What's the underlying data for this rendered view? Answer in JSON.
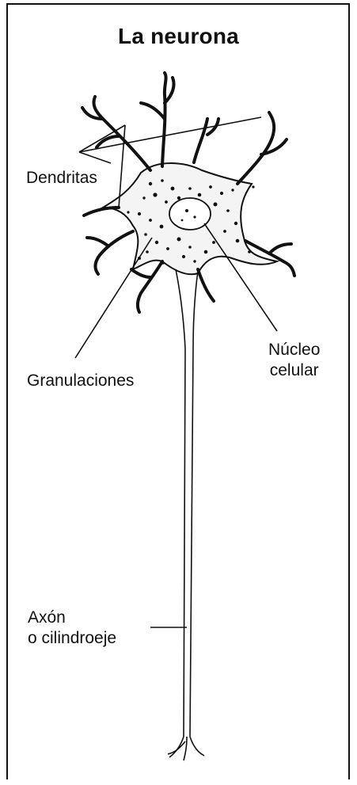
{
  "diagram": {
    "title": "La neurona",
    "labels": {
      "dendritas": "Dendritas",
      "granulaciones": "Granulaciones",
      "nucleo_line1": "Núcleo",
      "nucleo_line2": "celular",
      "axon_line1": "Axón",
      "axon_line2": "o cilindroeje"
    }
  },
  "colors": {
    "ink": "#111111",
    "background": "#ffffff"
  }
}
